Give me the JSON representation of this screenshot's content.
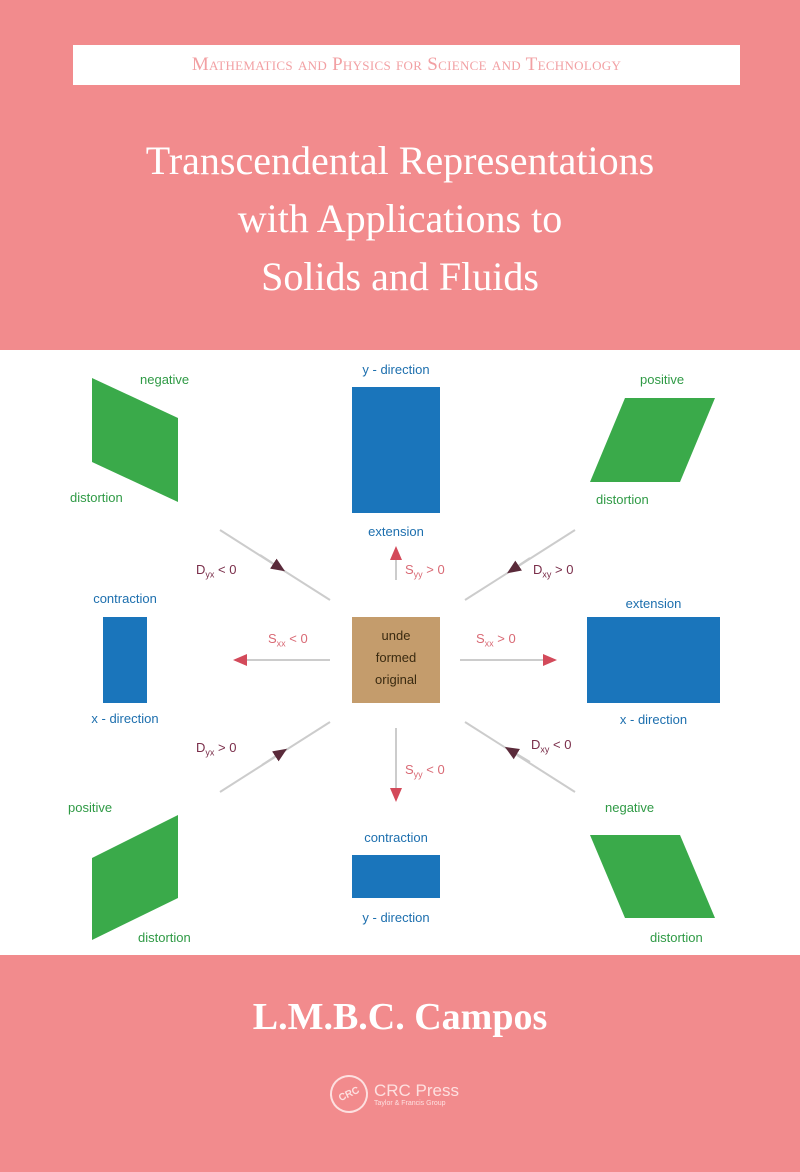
{
  "series": "Mathematics and Physics for Science and Technology",
  "title_lines": [
    "Transcendental Representations",
    "with Applications to",
    "Solids and Fluids"
  ],
  "author": "L.M.B.C. Campos",
  "publisher": {
    "name": "CRC Press",
    "logo_text": "CRC",
    "tagline": "Taylor & Francis Group"
  },
  "colors": {
    "background": "#f28b8d",
    "shape_blue": "#1a75bb",
    "shape_green": "#3aaa4a",
    "original": "#c49c6c"
  },
  "diagram": {
    "center": [
      "unde",
      "formed",
      "original"
    ],
    "top": {
      "top_label": "y - direction",
      "bottom_label": "extension"
    },
    "bottom": {
      "top_label": "contraction",
      "bottom_label": "y - direction"
    },
    "left": {
      "top_label": "contraction",
      "bottom_label": "x - direction"
    },
    "right": {
      "top_label": "extension",
      "bottom_label": "x - direction"
    },
    "top_left": {
      "top_label": "negative",
      "bottom_label": "distortion"
    },
    "top_right": {
      "top_label": "positive",
      "bottom_label": "distortion"
    },
    "bottom_left": {
      "top_label": "positive",
      "bottom_label": "distortion"
    },
    "bottom_right": {
      "top_label": "negative",
      "bottom_label": "distortion"
    },
    "conditions": {
      "top_left": {
        "sym": "D",
        "sub": "yx",
        "rel": " < 0"
      },
      "top": {
        "sym": "S",
        "sub": "yy",
        "rel": " > 0"
      },
      "top_right": {
        "sym": "D",
        "sub": "xy",
        "rel": " > 0"
      },
      "left": {
        "sym": "S",
        "sub": "xx",
        "rel": " < 0"
      },
      "right": {
        "sym": "S",
        "sub": "xx",
        "rel": " > 0"
      },
      "bottom_left": {
        "sym": "D",
        "sub": "yx",
        "rel": " > 0"
      },
      "bottom": {
        "sym": "S",
        "sub": "yy",
        "rel": " < 0"
      },
      "bottom_right": {
        "sym": "D",
        "sub": "xy",
        "rel": " < 0"
      }
    }
  }
}
